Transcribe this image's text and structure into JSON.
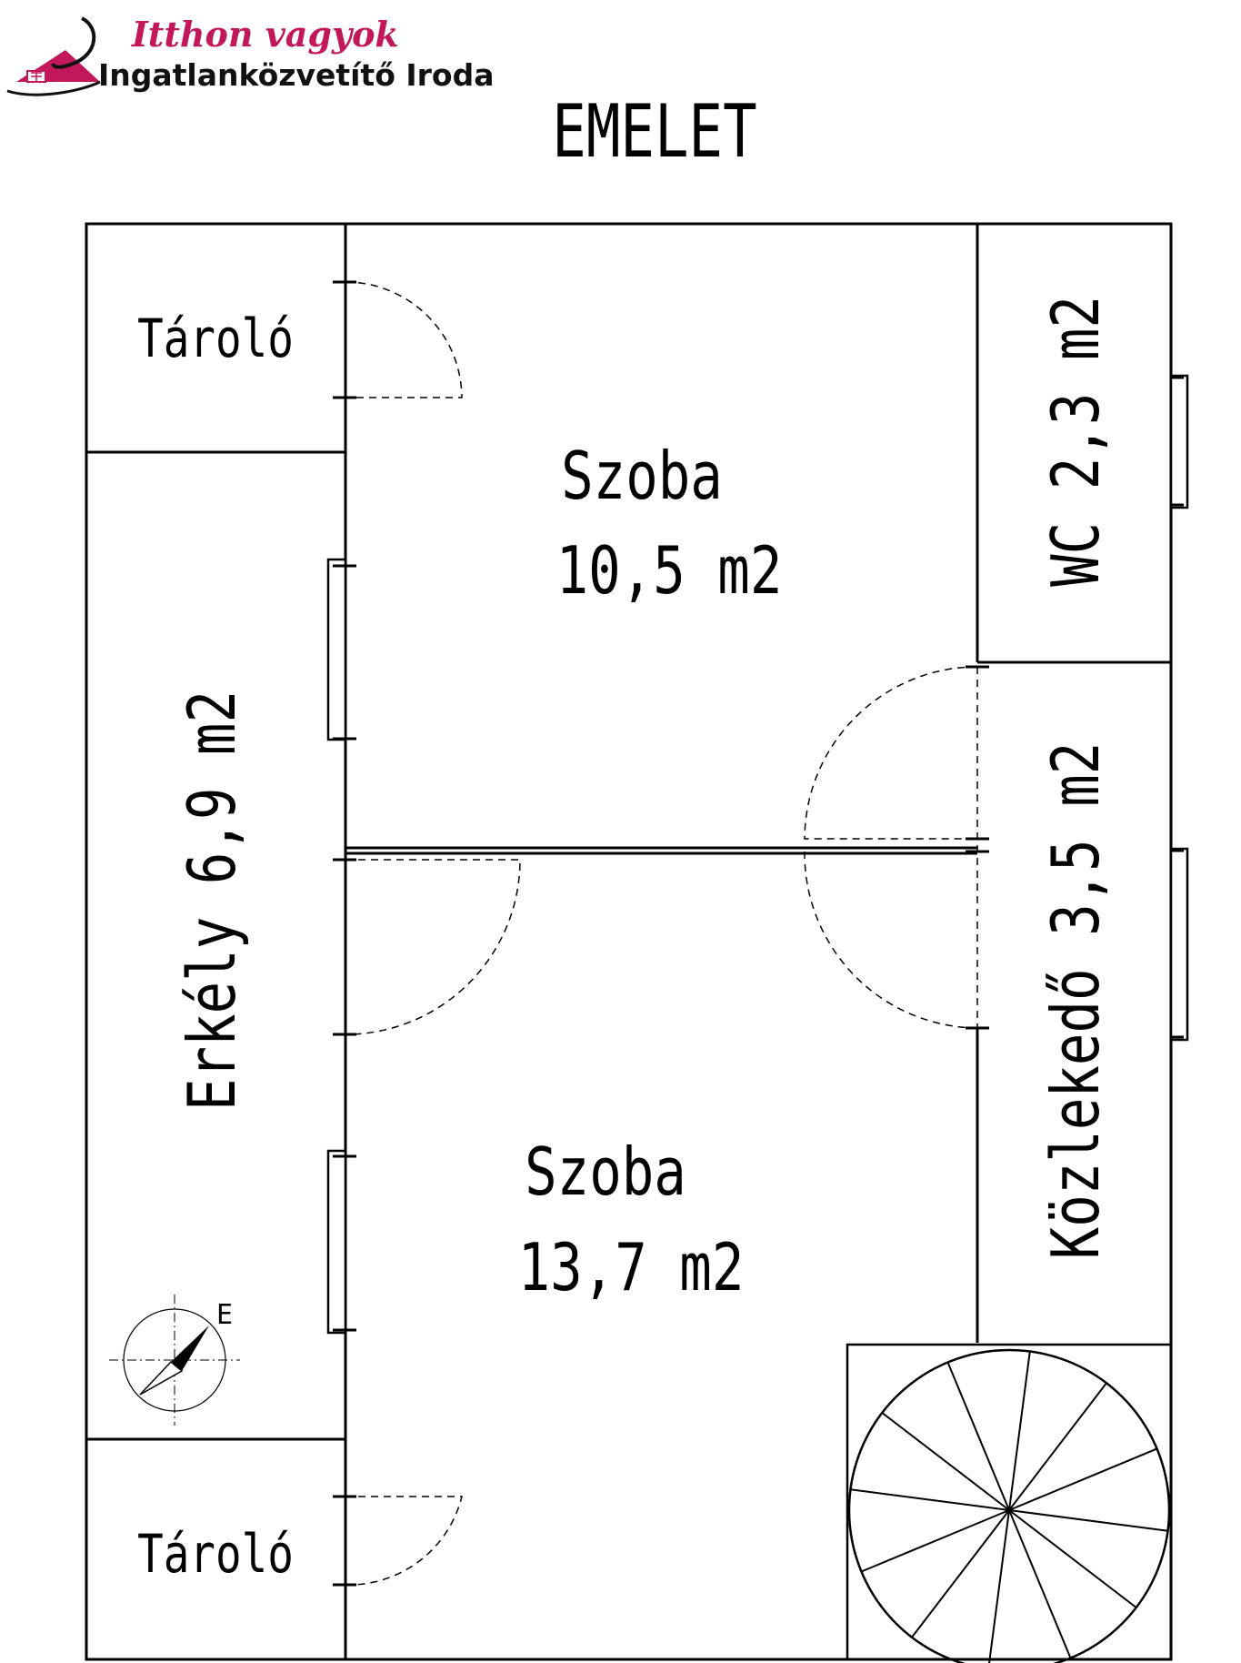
{
  "logo": {
    "script_text": "Itthon vagyok",
    "subtitle": "Ingatlanközvetítő Iroda",
    "mark_icon": "house-roof-swoosh-icon",
    "colors": {
      "script": "#c2185b",
      "mark": "#c2185b",
      "subtitle": "#111111"
    }
  },
  "plan": {
    "title": "EMELET",
    "rooms": {
      "storage_top": {
        "label": "Tároló"
      },
      "storage_bottom": {
        "label": "Tároló"
      },
      "room_upper": {
        "name": "Szoba",
        "area": "10,5 m2"
      },
      "room_lower": {
        "name": "Szoba",
        "area": "13,7 m2"
      },
      "wc": {
        "label": "WC 2,3 m2"
      },
      "corridor": {
        "label": "Közlekedő 3,5 m2"
      },
      "balcony": {
        "label": "Erkély 6,9 m2"
      }
    },
    "compass": {
      "icon": "compass-rose-icon",
      "label": "E"
    },
    "stair_icon": "spiral-staircase-icon",
    "colors": {
      "line": "#000000",
      "background": "#ffffff"
    }
  }
}
